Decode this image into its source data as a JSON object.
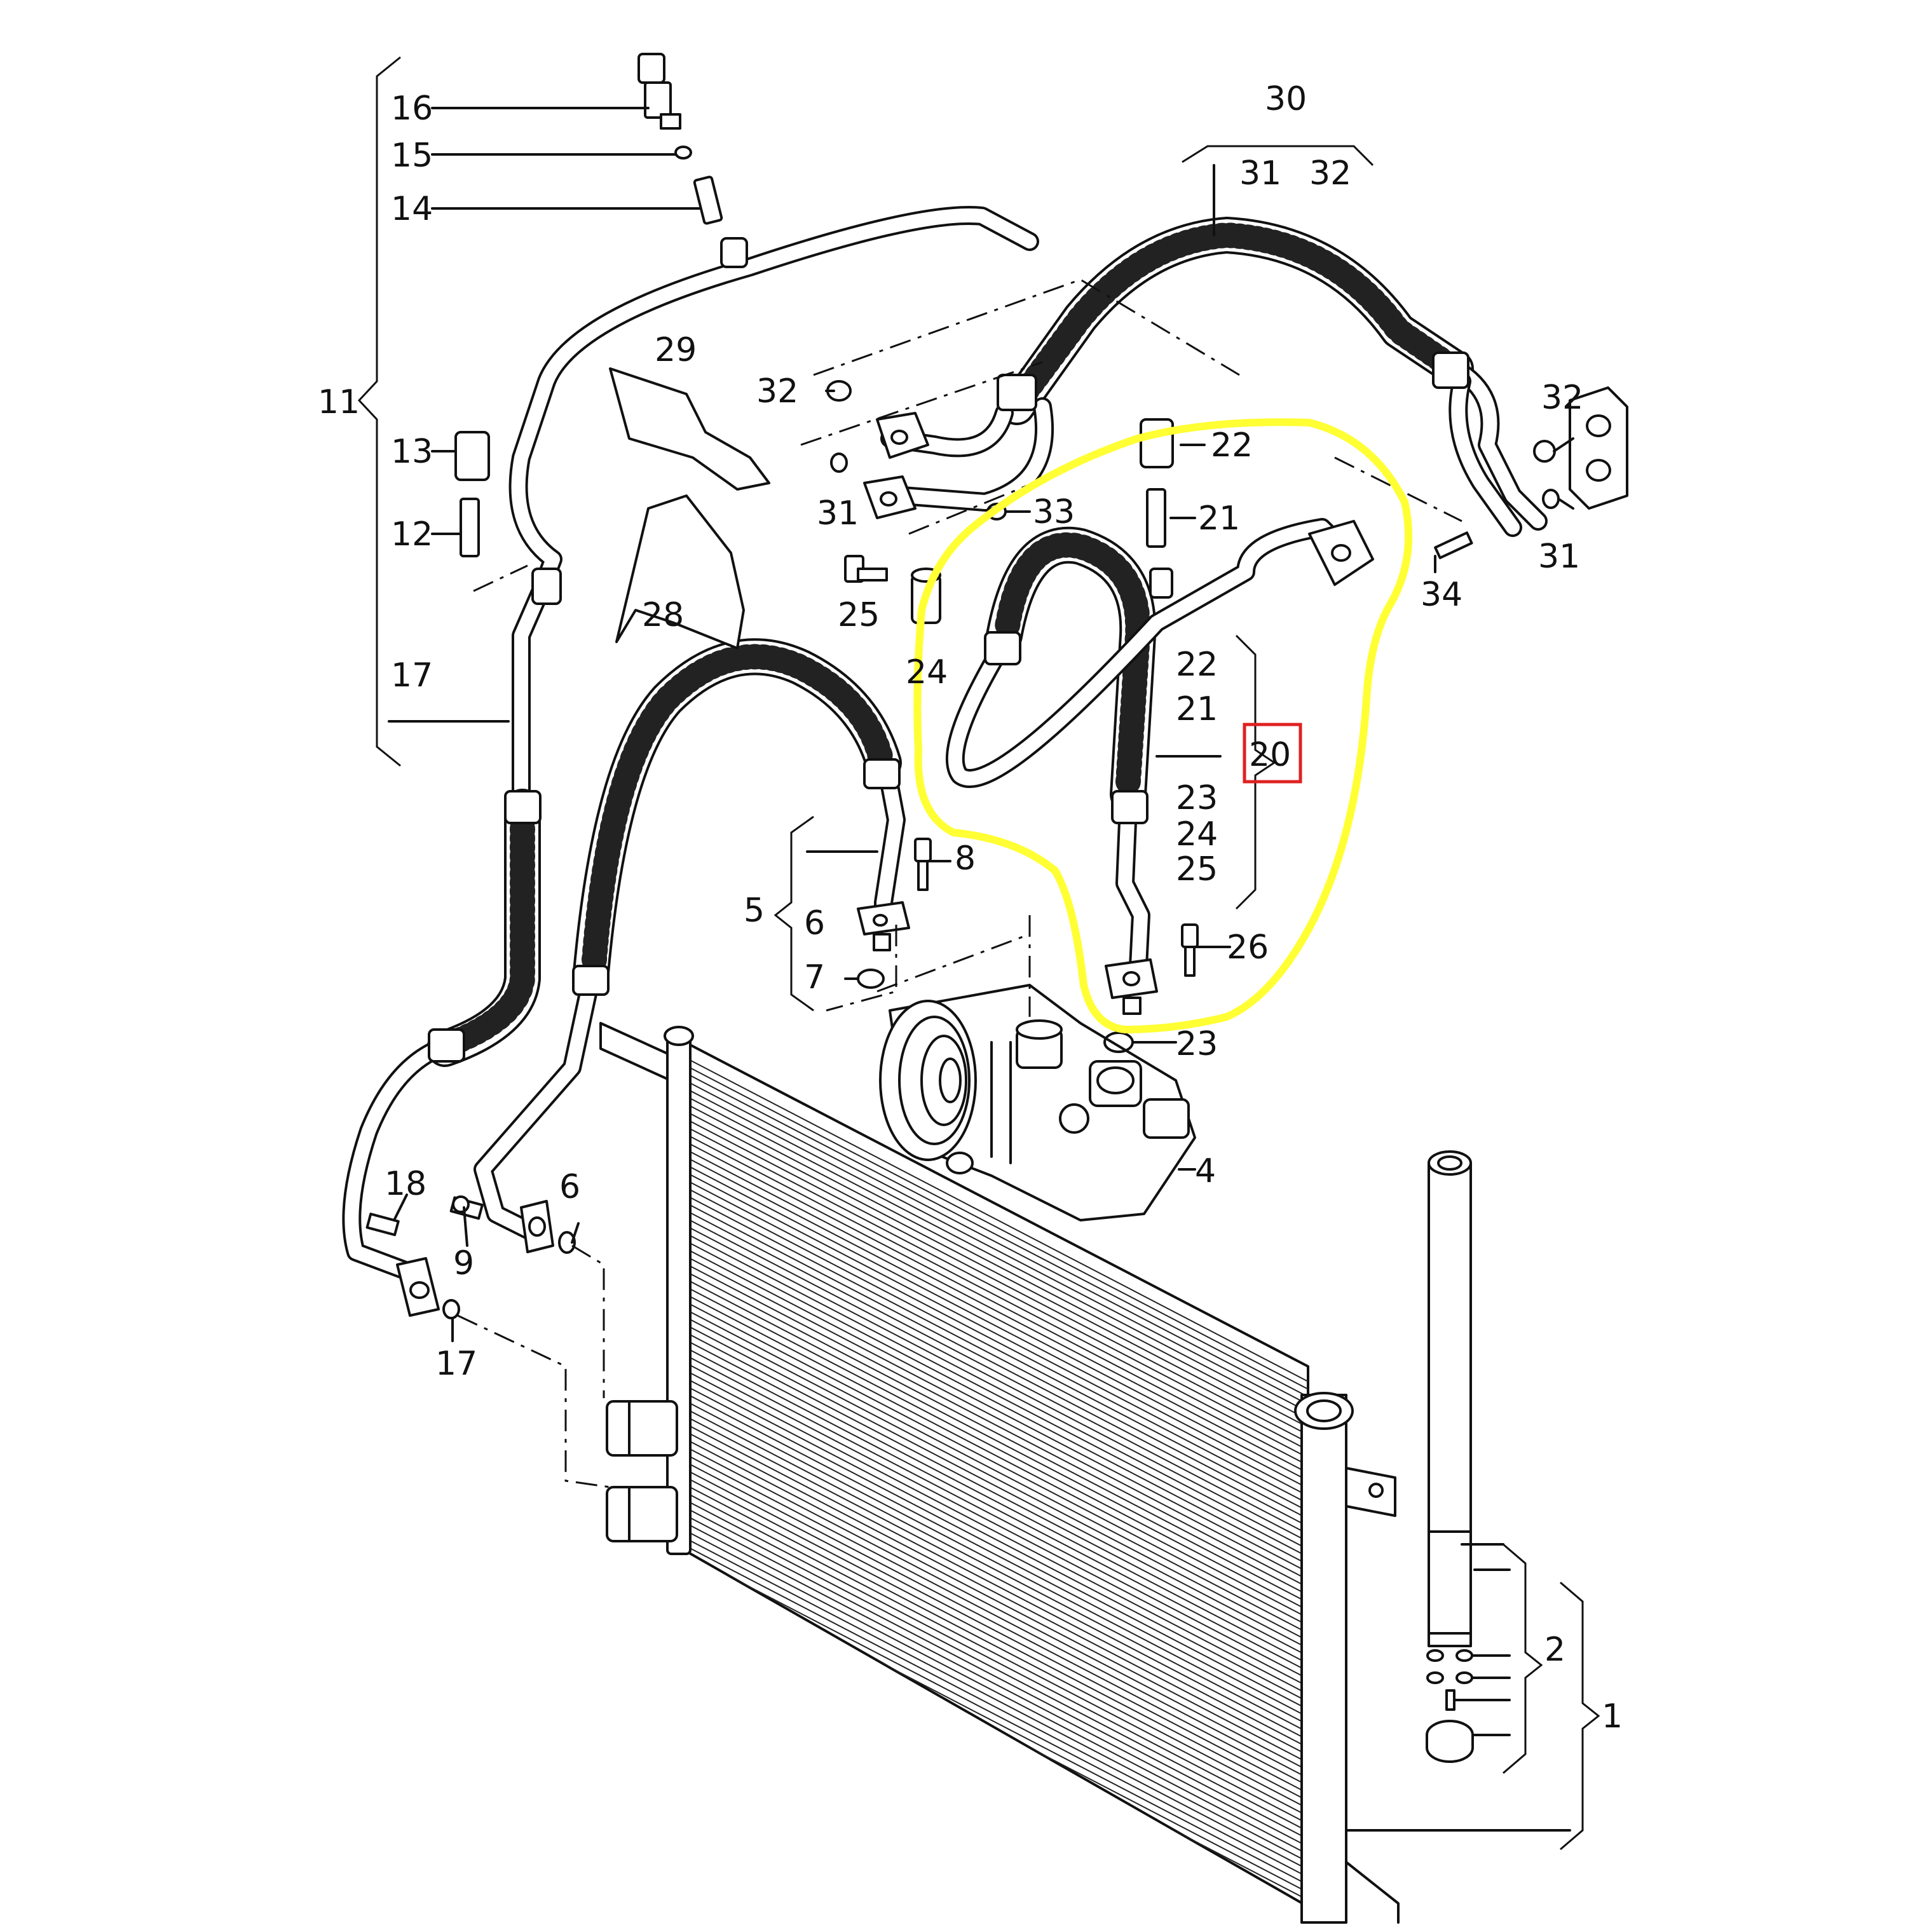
{
  "highlight": {
    "outline_color": "#ffff33",
    "box_color": "#e02020"
  },
  "labels": {
    "p16": "16",
    "p15": "15",
    "p14": "14",
    "p11": "11",
    "p13": "13",
    "p12": "12",
    "p17a": "17",
    "p29": "29",
    "p28": "28",
    "p32a": "32",
    "p31a": "31",
    "p33": "33",
    "p25a": "25",
    "p24a": "24",
    "p30": "30",
    "p31b": "31",
    "p32b": "32",
    "p32c": "32",
    "p31c": "31",
    "p34": "34",
    "p22a": "22",
    "p21a": "21",
    "g22": "22",
    "g21": "21",
    "p20": "20",
    "g23": "23",
    "g24": "24",
    "g25": "25",
    "p26": "26",
    "p23": "23",
    "p8": "8",
    "p5": "5",
    "p6a": "6",
    "p7": "7",
    "p4": "4",
    "p18": "18",
    "p9": "9",
    "p6b": "6",
    "p17b": "17",
    "p2": "2",
    "p1": "1"
  }
}
